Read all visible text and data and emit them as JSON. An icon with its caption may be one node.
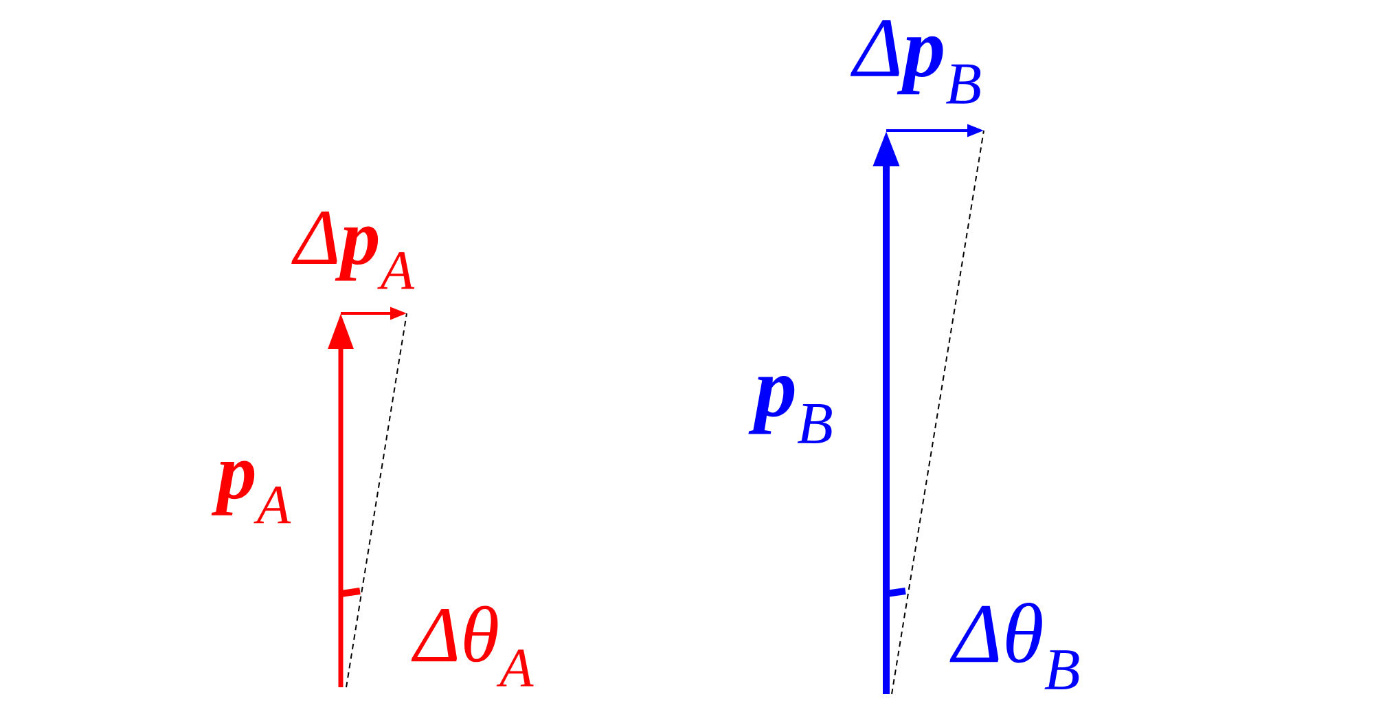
{
  "diagram": {
    "labels": [
      "Δ**p**$_{A}$",
      "**p**$_{A}$",
      "Δθ$_{A}$",
      "Δ**p**$_{B}$",
      "**p**$_{B}$",
      "Δθ$_{B}$"
    ]
  }
}
